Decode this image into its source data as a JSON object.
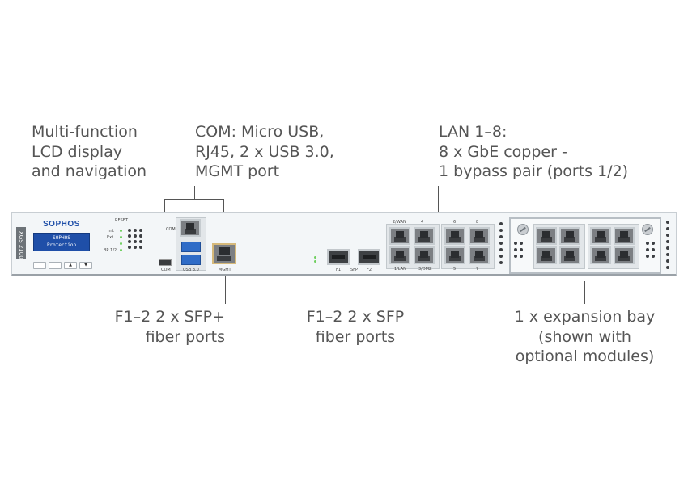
{
  "callouts": {
    "lcd": {
      "lines": [
        "Multi-function",
        "LCD display",
        "and navigation"
      ]
    },
    "com": {
      "lines": [
        "COM: Micro USB,",
        "RJ45, 2 x USB 3.0,",
        "MGMT port"
      ]
    },
    "lan": {
      "lines": [
        "LAN 1–8:",
        "8 x GbE copper -",
        "1 bypass pair (ports 1/2)"
      ]
    },
    "sfp_plus": {
      "lines": [
        "F1–2  2 x SFP+",
        "fiber ports"
      ]
    },
    "sfp": {
      "lines": [
        "F1–2  2 x SFP",
        "fiber ports"
      ]
    },
    "expansion": {
      "lines": [
        "1 x expansion bay",
        "(shown with",
        "optional modules)"
      ]
    }
  },
  "device": {
    "model": "XGS 2100",
    "brand": "SOPHOS",
    "lcd_lines": [
      "SOPHOS",
      "Protection"
    ],
    "reset_label": "RESET",
    "status_leds": [
      "Int.",
      "Ext.",
      "",
      "BP 1/2"
    ],
    "nav_buttons": [
      "",
      "",
      "▲",
      "▼"
    ],
    "port_labels": {
      "com": "COM",
      "com_rj45": "COM",
      "usb": "USB 3.0",
      "mgmt": "MGMT",
      "f1": "F1",
      "f2": "F2",
      "sfp_label": "SFP",
      "wan": "2/WAN",
      "lan": "1/LAN",
      "dmz": "3/DMZ",
      "p4": "4",
      "p5": "5",
      "p6": "6",
      "p7": "7",
      "p8": "8"
    },
    "accent_color": "#1f4fa8",
    "usb_color": "#2f6cc7"
  }
}
